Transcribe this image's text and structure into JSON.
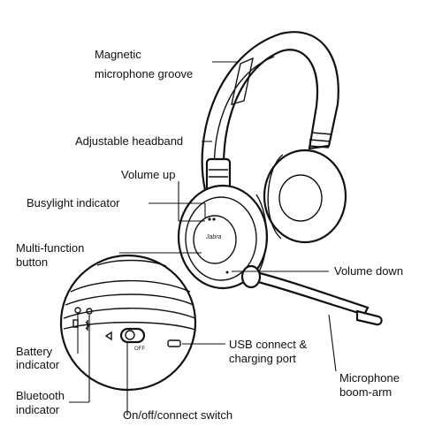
{
  "brand_text": "Jabra",
  "switch_text": "OFF",
  "labels": {
    "magnetic_groove_line1": "Magnetic",
    "magnetic_groove_line2": "microphone groove",
    "adjustable_headband": "Adjustable headband",
    "volume_up": "Volume up",
    "busylight_indicator": "Busylight indicator",
    "multi_function_line1": "Multi-function",
    "multi_function_line2": "button",
    "volume_down": "Volume down",
    "battery_line1": "Battery",
    "battery_line2": "indicator",
    "usb_line1": "USB connect &",
    "usb_line2": "charging port",
    "microphone_line1": "Microphone",
    "microphone_line2": "boom-arm",
    "bluetooth_line1": "Bluetooth",
    "bluetooth_line2": "indicator",
    "onoff_switch": "On/off/connect switch"
  }
}
